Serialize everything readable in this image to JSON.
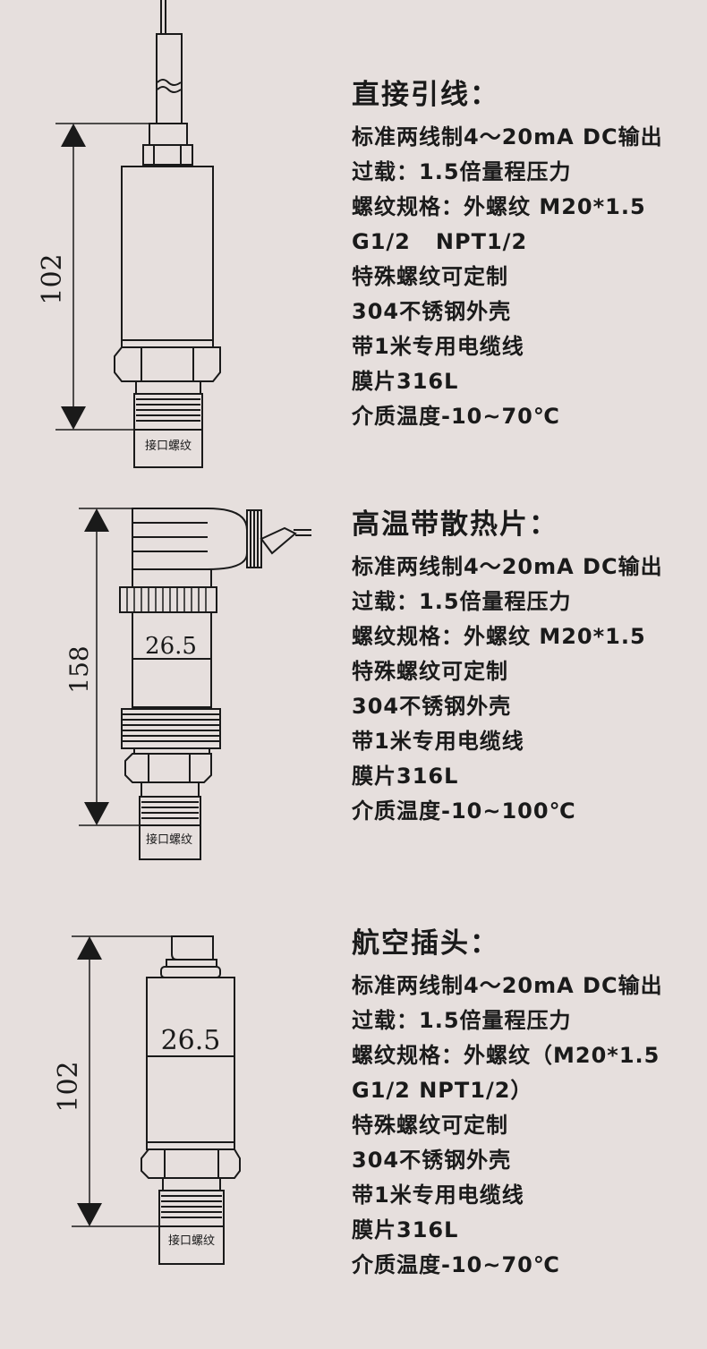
{
  "sections": [
    {
      "id": "direct-lead",
      "title": "直接引线：",
      "lines": [
        "标准两线制4～20mA DC输出",
        "过载：1.5倍量程压力",
        "螺纹规格：外螺纹 M20*1.5",
        "G1/2   NPT1/2",
        "特殊螺纹可定制",
        "304不锈钢外壳",
        "带1米专用电缆线",
        "膜片316L",
        "介质温度-10~70℃"
      ],
      "dimension": "102",
      "port_label": "接口螺纹"
    },
    {
      "id": "high-temp-heatsink",
      "title": "高温带散热片：",
      "lines": [
        "标准两线制4～20mA DC输出",
        "过载：1.5倍量程压力",
        "螺纹规格：外螺纹 M20*1.5",
        "特殊螺纹可定制",
        "304不锈钢外壳",
        "带1米专用电缆线",
        "膜片316L",
        "介质温度-10~100℃"
      ],
      "dimension": "158",
      "diameter": "26.5",
      "port_label": "接口螺纹"
    },
    {
      "id": "aviation-plug",
      "title": "航空插头：",
      "lines": [
        "标准两线制4～20mA DC输出",
        "过载：1.5倍量程压力",
        "螺纹规格：外螺纹（M20*1.5",
        "G1/2  NPT1/2）",
        "特殊螺纹可定制",
        "304不锈钢外壳",
        "带1米专用电缆线",
        "膜片316L",
        "介质温度-10~70℃"
      ],
      "dimension": "102",
      "diameter": "26.5",
      "port_label": "接口螺纹"
    }
  ]
}
